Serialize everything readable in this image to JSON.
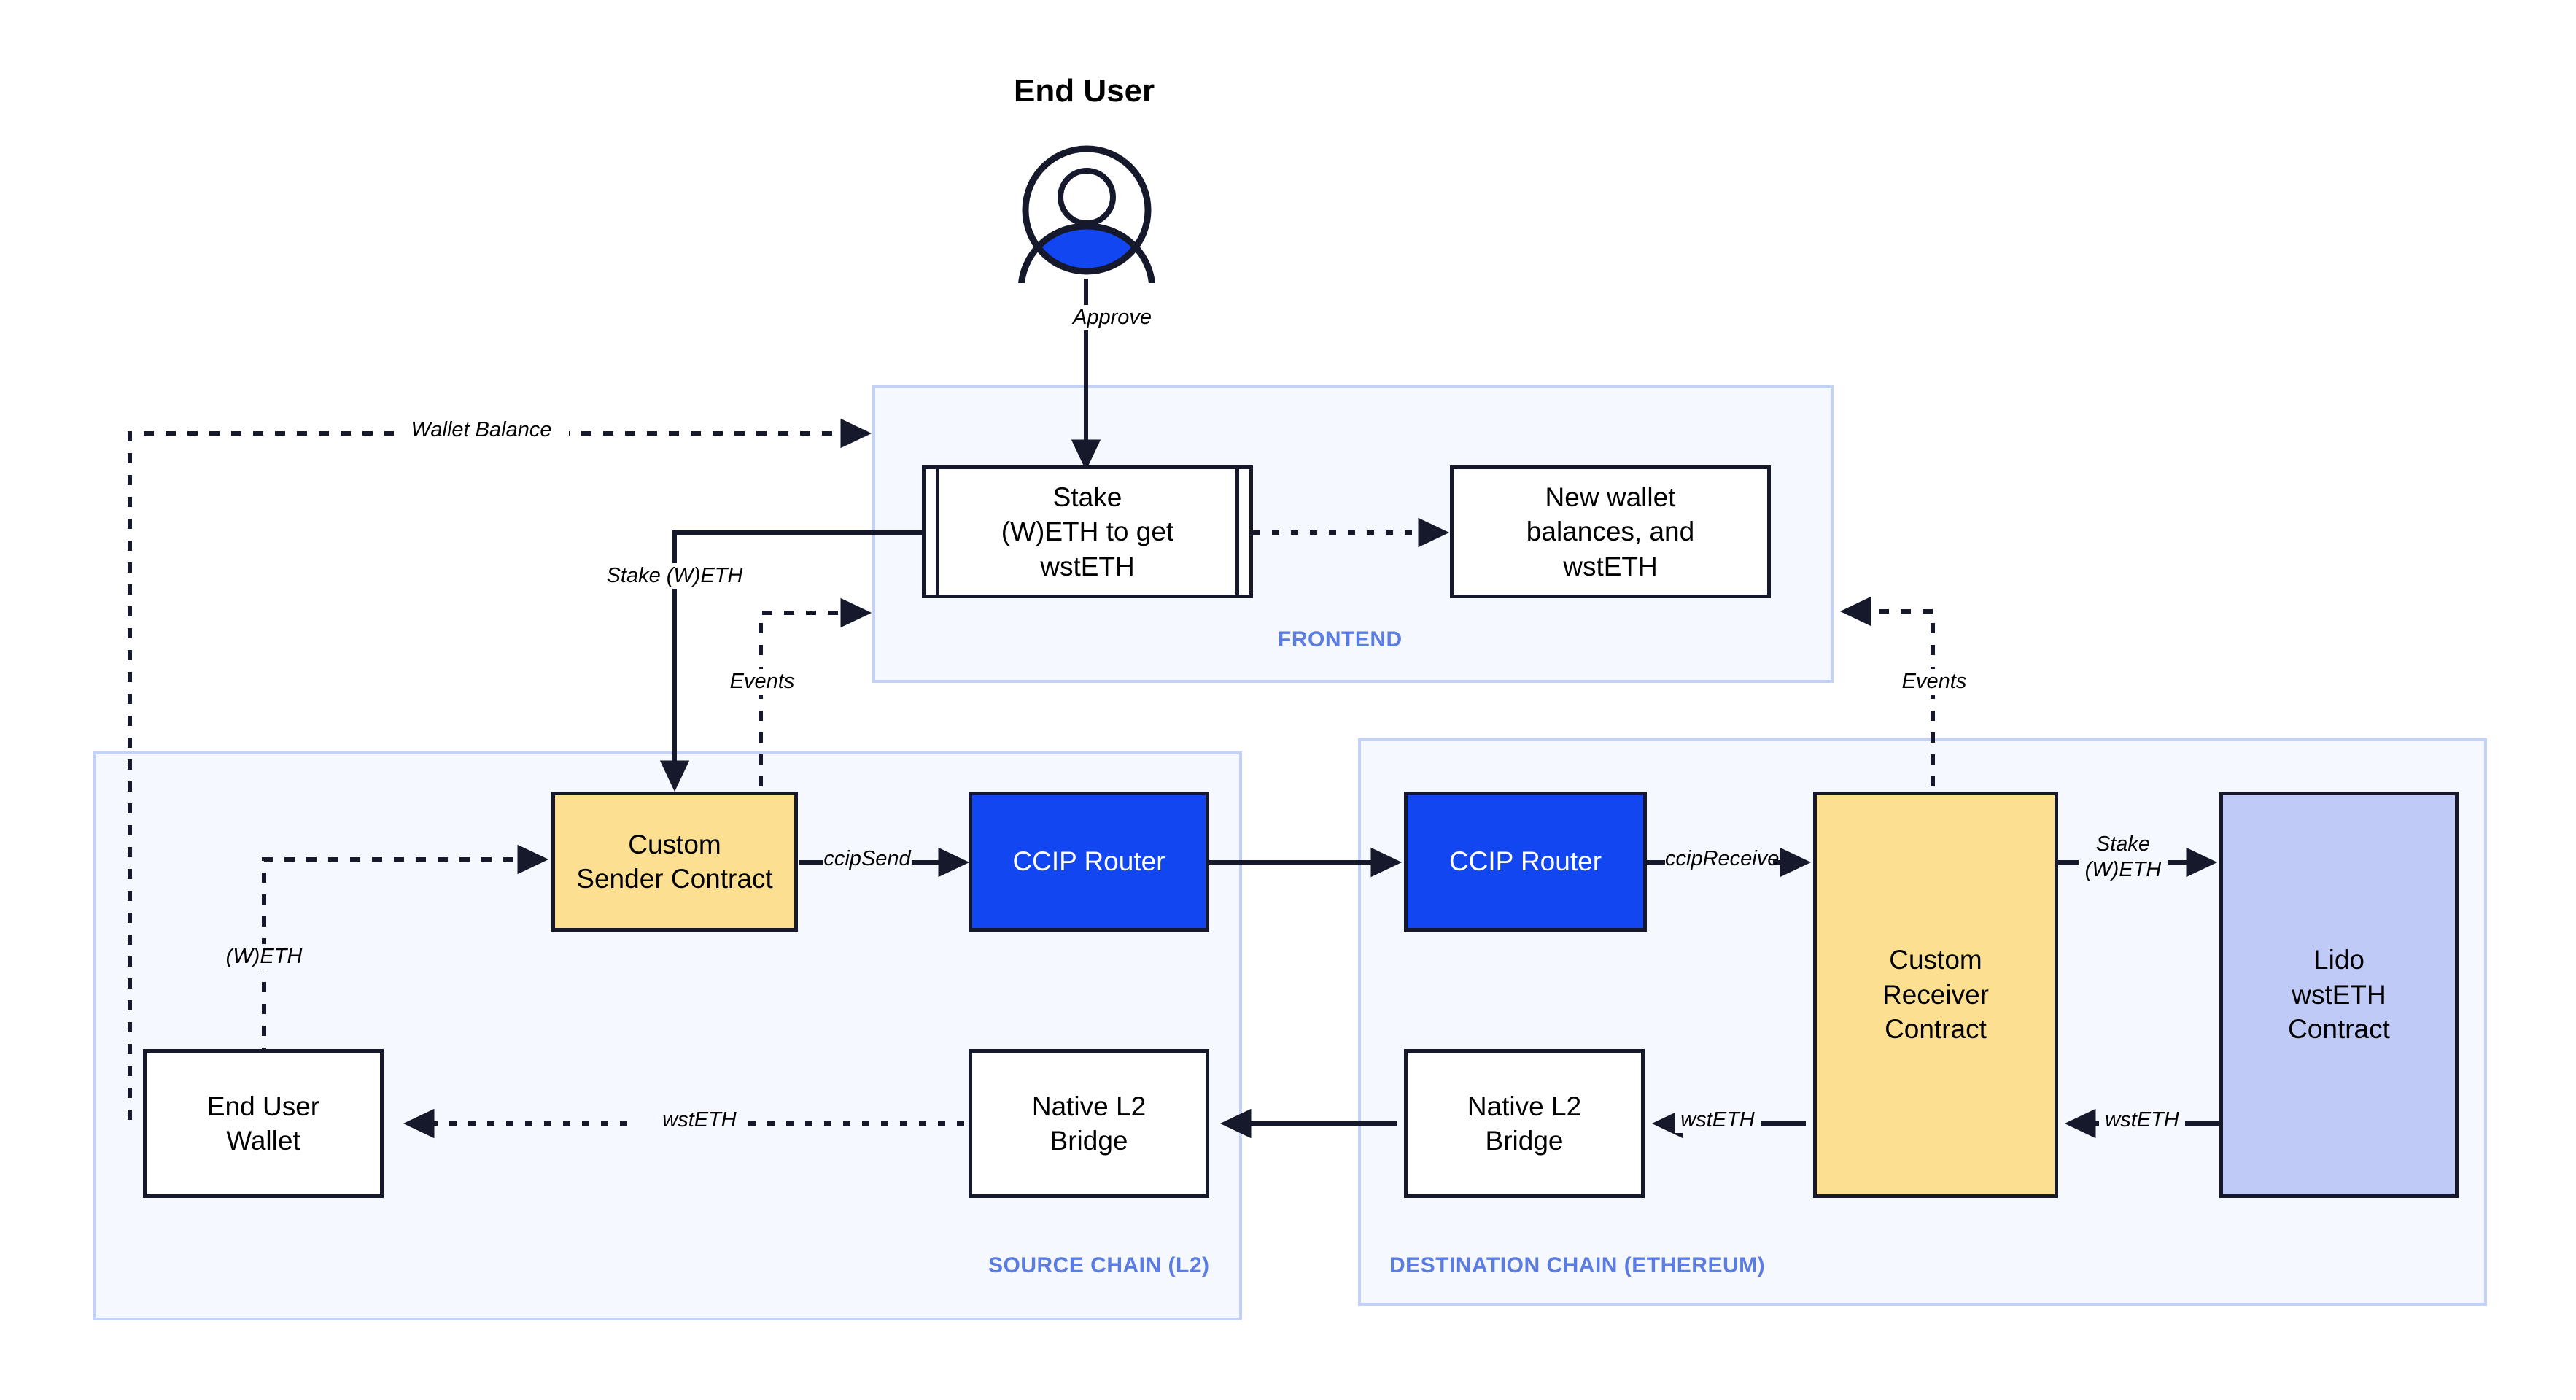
{
  "diagram": {
    "title": "CCIP cross-chain Lido wstETH staking architecture",
    "background": "#ffffff"
  },
  "colors": {
    "panel_fill": "#f5f8fe",
    "panel_border": "#c3d0f8",
    "panel_label": "#5b7ce0",
    "node_border": "#16192b",
    "node_fill_white": "#ffffff",
    "node_fill_yellow": "#fcdf90",
    "node_fill_blue": "#1246f0",
    "node_fill_periwinkle": "#bfcbf6",
    "actor_accent": "#1246f0",
    "line": "#16192b"
  },
  "actor": {
    "label": "End User",
    "icon": "user-avatar-icon"
  },
  "panels": [
    {
      "id": "frontend",
      "label": "FRONTEND"
    },
    {
      "id": "source",
      "label": "SOURCE CHAIN (L2)"
    },
    {
      "id": "destination",
      "label": "DESTINATION CHAIN (ETHEREUM)"
    }
  ],
  "nodes": {
    "stake_form": {
      "label": "Stake\n(W)ETH to get\nwstETH",
      "shape": "process",
      "fill": "white"
    },
    "new_balances": {
      "label": "New wallet\nbalances, and\nwstETH",
      "shape": "rect",
      "fill": "white"
    },
    "custom_sender": {
      "label": "Custom\nSender Contract",
      "shape": "rect",
      "fill": "yellow"
    },
    "ccip_router_src": {
      "label": "CCIP Router",
      "shape": "rect",
      "fill": "blue"
    },
    "ccip_router_dst": {
      "label": "CCIP Router",
      "shape": "rect",
      "fill": "blue"
    },
    "end_user_wallet": {
      "label": "End User\nWallet",
      "shape": "rect",
      "fill": "white"
    },
    "native_bridge_src": {
      "label": "Native L2\nBridge",
      "shape": "rect",
      "fill": "white"
    },
    "native_bridge_dst": {
      "label": "Native L2\nBridge",
      "shape": "rect",
      "fill": "white"
    },
    "custom_receiver": {
      "label": "Custom\nReceiver\nContract",
      "shape": "rect",
      "fill": "yellow"
    },
    "lido_contract": {
      "label": "Lido\nwstETH\nContract",
      "shape": "rect",
      "fill": "periwinkle"
    }
  },
  "edges": [
    {
      "id": "approve",
      "label": "Approve",
      "style": "solid",
      "from": "end-user",
      "to": "stake-form"
    },
    {
      "id": "wallet-balance",
      "label": "Wallet Balance",
      "style": "dashed",
      "from": "end-user-wallet",
      "to": "frontend"
    },
    {
      "id": "stake-weth",
      "label": "Stake (W)ETH",
      "style": "solid",
      "from": "stake-form",
      "to": "custom-sender-contract"
    },
    {
      "id": "events-src",
      "label": "Events",
      "style": "dashed",
      "from": "custom-sender-contract",
      "to": "frontend"
    },
    {
      "id": "new-balances",
      "label": "",
      "style": "dashed",
      "from": "stake-form",
      "to": "new-wallet-balances"
    },
    {
      "id": "weth",
      "label": "(W)ETH",
      "style": "dashed",
      "from": "end-user-wallet",
      "to": "custom-sender-contract"
    },
    {
      "id": "ccipsend",
      "label": "ccipSend",
      "style": "solid",
      "from": "custom-sender-contract",
      "to": "ccip-router-source"
    },
    {
      "id": "cross-chain",
      "label": "",
      "style": "solid",
      "from": "ccip-router-source",
      "to": "ccip-router-destination"
    },
    {
      "id": "ccipreceive",
      "label": "ccipReceive",
      "style": "solid",
      "from": "ccip-router-destination",
      "to": "custom-receiver-contract"
    },
    {
      "id": "stake-weth-2",
      "label": "Stake\n(W)ETH",
      "style": "solid",
      "from": "custom-receiver-contract",
      "to": "lido-wsteth-contract"
    },
    {
      "id": "wsteth-lido",
      "label": "wstETH",
      "style": "solid",
      "from": "lido-wsteth-contract",
      "to": "custom-receiver-contract"
    },
    {
      "id": "wsteth-bridge",
      "label": "wstETH",
      "style": "solid",
      "from": "custom-receiver-contract",
      "to": "native-l2-bridge-destination"
    },
    {
      "id": "bridge-cross",
      "label": "",
      "style": "solid",
      "from": "native-l2-bridge-destination",
      "to": "native-l2-bridge-source"
    },
    {
      "id": "wsteth-wallet",
      "label": "wstETH",
      "style": "dashed",
      "from": "native-l2-bridge-source",
      "to": "end-user-wallet"
    },
    {
      "id": "events-dst",
      "label": "Events",
      "style": "dashed",
      "from": "custom-receiver-contract",
      "to": "frontend"
    }
  ]
}
